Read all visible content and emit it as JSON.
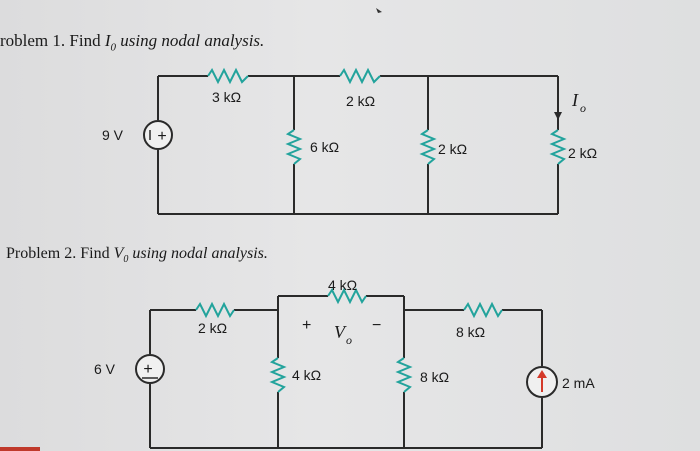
{
  "problem1": {
    "title_prefix": "roblem 1. Find ",
    "title_var": "I",
    "title_sub": "0",
    "title_suffix": " using nodal analysis.",
    "source_label": "9 V",
    "source_sign": "+",
    "r_top_left": "3 kΩ",
    "r_top_right": "2 kΩ",
    "r_mid1": "6 kΩ",
    "r_mid2": "2 kΩ",
    "r_right": "2 kΩ",
    "current_var": "I",
    "current_sub": "o"
  },
  "problem2": {
    "title_prefix": "Problem 2. Find ",
    "title_var": "V",
    "title_sub": "0",
    "title_suffix": " using nodal analysis.",
    "source_label": "6 V",
    "source_sign": "+",
    "r_top_left": "2 kΩ",
    "r_top_mid": "4 kΩ",
    "r_top_right": "8 kΩ",
    "r_mid1": "4 kΩ",
    "r_mid2": "8 kΩ",
    "vo_plus": "+",
    "vo_var": "V",
    "vo_sub": "o",
    "vo_minus": "−",
    "current_source": "2 mA"
  },
  "colors": {
    "resistor": "#22a39c",
    "wire": "#2a2a2a",
    "arrow": "#d43a2a"
  }
}
